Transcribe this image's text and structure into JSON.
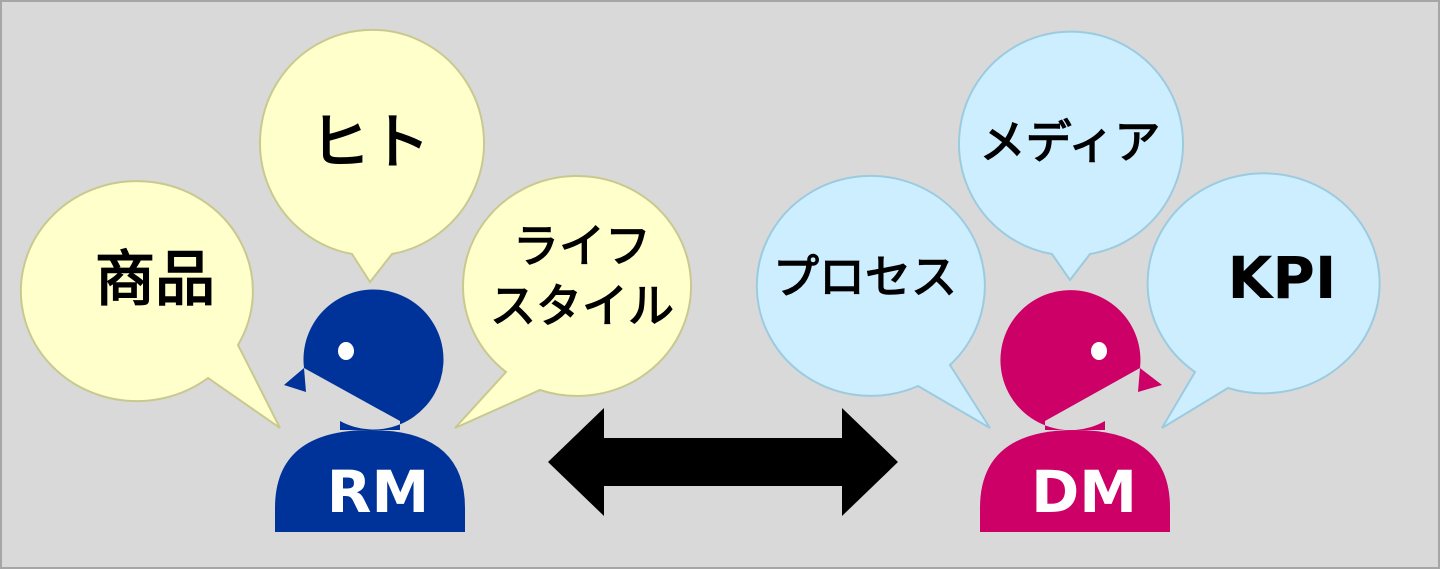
{
  "colors": {
    "background": "#d9d9d9",
    "frame": "#a6a6a6",
    "rm_figure": "#003399",
    "dm_figure": "#cc0066",
    "rm_bubble_fill": "#ffffcc",
    "rm_bubble_stroke": "#c9c98f",
    "dm_bubble_fill": "#cceeff",
    "dm_bubble_stroke": "#9ccbe0",
    "arrow": "#000000",
    "figure_label": "#ffffff"
  },
  "rm": {
    "label": "RM",
    "bubbles": {
      "products": "商品",
      "people": "ヒト",
      "lifestyle_line1": "ライフ",
      "lifestyle_line2": "スタイル"
    }
  },
  "dm": {
    "label": "DM",
    "bubbles": {
      "process": "プロセス",
      "media": "メディア",
      "kpi": "KPI"
    }
  },
  "connector": {
    "type": "double-headed-arrow"
  }
}
